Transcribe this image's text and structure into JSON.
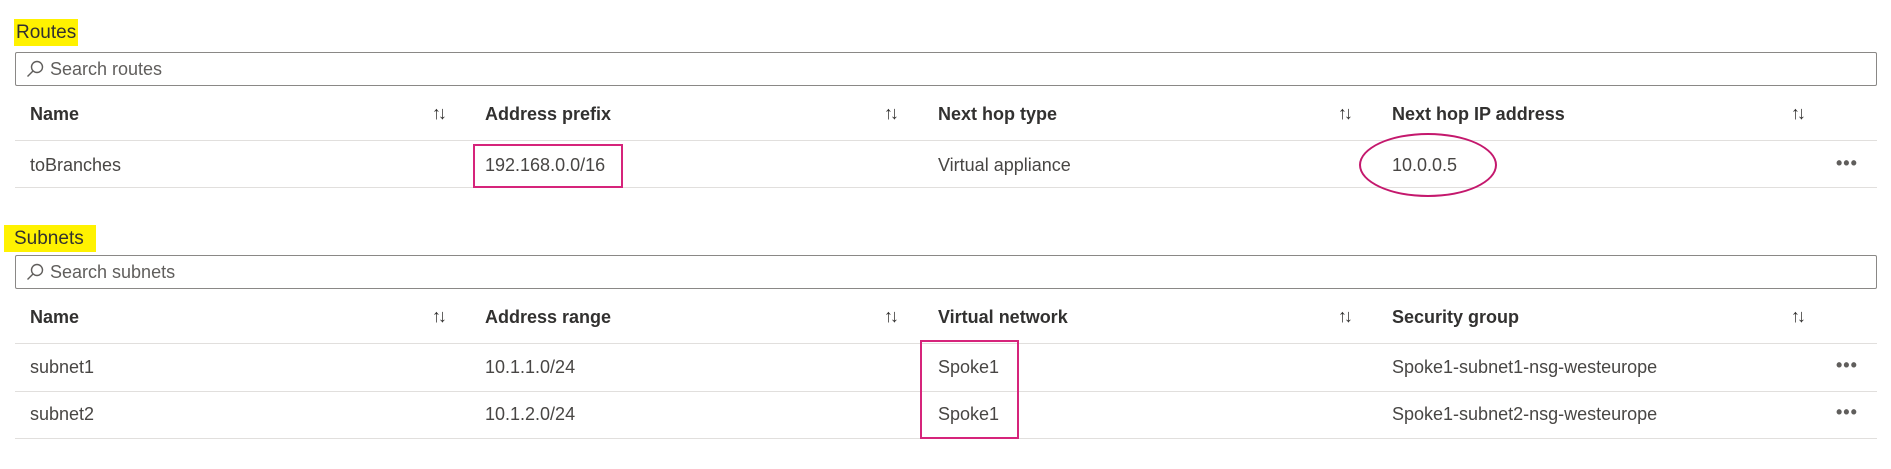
{
  "routes": {
    "title": "Routes",
    "search_placeholder": "Search routes",
    "columns": [
      "Name",
      "Address prefix",
      "Next hop type",
      "Next hop IP address"
    ],
    "sort_icon": "↑↓",
    "rows": [
      {
        "name": "toBranches",
        "address_prefix": "192.168.0.0/16",
        "next_hop_type": "Virtual appliance",
        "next_hop_ip": "10.0.0.5",
        "more": "•••"
      }
    ]
  },
  "subnets": {
    "title": "Subnets",
    "search_placeholder": "Search subnets",
    "columns": [
      "Name",
      "Address range",
      "Virtual network",
      "Security group"
    ],
    "sort_icon": "↑↓",
    "rows": [
      {
        "name": "subnet1",
        "address_range": "10.1.1.0/24",
        "virtual_network": "Spoke1",
        "security_group": "Spoke1-subnet1-nsg-westeurope",
        "more": "•••"
      },
      {
        "name": "subnet2",
        "address_range": "10.1.2.0/24",
        "virtual_network": "Spoke1",
        "security_group": "Spoke1-subnet2-nsg-westeurope",
        "more": "•••"
      }
    ]
  },
  "colors": {
    "highlight": "#fff200",
    "annotation": "#d6247b"
  }
}
